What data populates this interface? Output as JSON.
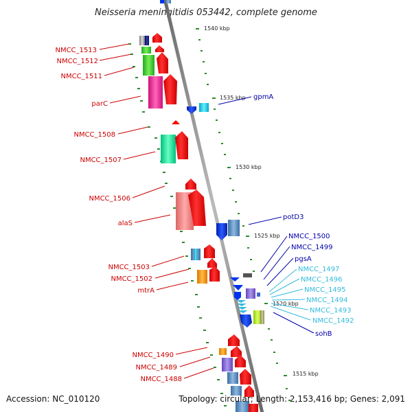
{
  "title": "Neisseria meningitidis 053442, complete genome",
  "accession": "Accession: NC_010120",
  "topology": "Topology: circular; Length: 2,153,416 bp; Genes: 2,091",
  "ticks": [
    "1540 kbp",
    "1535 kbp",
    "1530 kbp",
    "1525 kbp",
    "1520 kbp",
    "1515 kbp"
  ],
  "left_labels": [
    "NMCC_1513",
    "NMCC_1512",
    "NMCC_1511",
    "parC",
    "NMCC_1508",
    "NMCC_1507",
    "NMCC_1506",
    "alaS",
    "NMCC_1503",
    "NMCC_1502",
    "mtrA",
    "NMCC_1490",
    "NMCC_1489",
    "NMCC_1488"
  ],
  "right_labels": [
    "gpmA",
    "potD3",
    "NMCC_1500",
    "NMCC_1499",
    "pgsA",
    "NMCC_1497",
    "NMCC_1496",
    "NMCC_1495",
    "NMCC_1494",
    "NMCC_1493",
    "NMCC_1492",
    "sohB"
  ],
  "colors": {
    "label_red": "#cc0000",
    "label_blue": "#0000aa",
    "label_cyan": "#33bbdd",
    "backbone": "#888888",
    "gene_red": "#ff0000",
    "gene_blue": "#0033ee",
    "tick_green": "#228822"
  }
}
